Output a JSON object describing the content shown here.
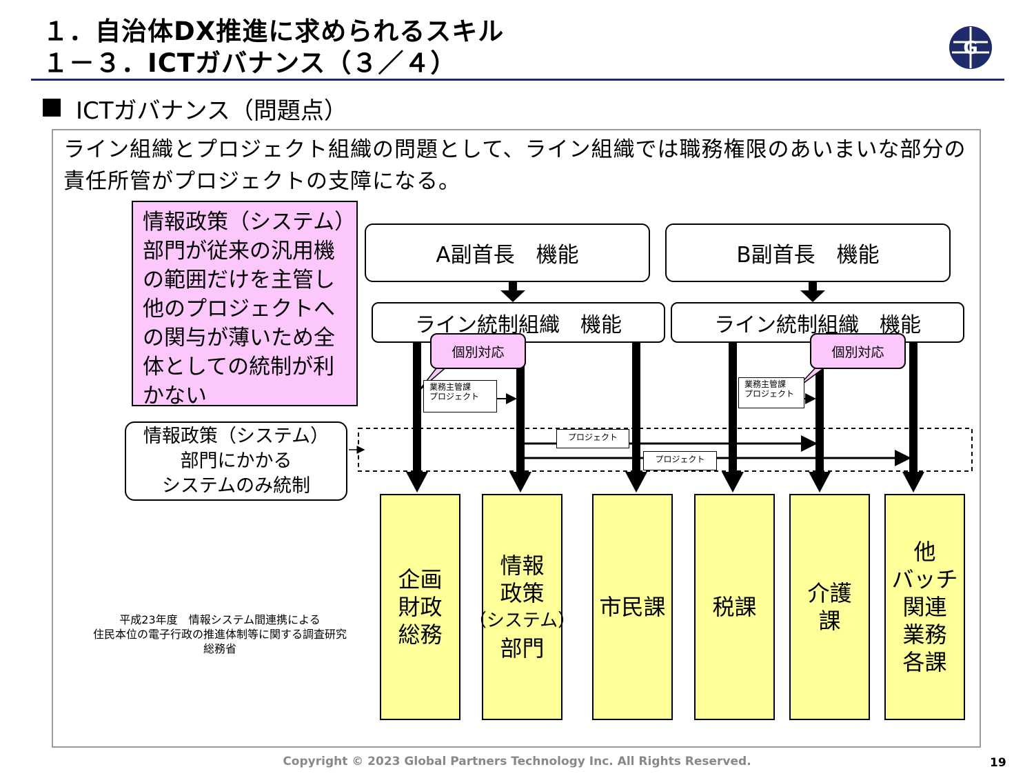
{
  "header": {
    "title_line1": "１．自治体DX推進に求められるスキル",
    "title_line2": "１－３．ICTガバナンス（３／４）",
    "logo_icon": "gpt-globe-logo"
  },
  "section_heading": "ICTガバナンス（問題点）",
  "intro_text": "ライン組織とプロジェクト組織の問題として、ライン組織では職務権限のあいまいな部分の責任所管がプロジェクトの支障になる。",
  "diagram": {
    "problem_note": "情報政策（システム）部門が従来の汎用機の範囲だけを主管し他のプロジェクトへの関与が薄いため全体としての統制が利かない",
    "vice_mayor_a": "A副首長　機能",
    "vice_mayor_b": "B副首長　機能",
    "line_org_a": "ライン統制組織　機能",
    "line_org_b": "ライン統制組織　機能",
    "callout_a": "個別対応",
    "callout_b": "個別対応",
    "small_project_a_l1": "業務主管課",
    "small_project_a_l2": "プロジェクト",
    "small_project_b_l1": "業務主管課",
    "small_project_b_l2": "プロジェクト",
    "project_label_1": "プロジェクト",
    "project_label_2": "プロジェクト",
    "governance_l1": "情報政策（システム）",
    "governance_l2": "部門にかかる",
    "governance_l3": "システムのみ統制",
    "departments": [
      {
        "l1": "企画",
        "l2": "財政",
        "l3": "総務"
      },
      {
        "l1": "情報",
        "l2": "政策",
        "l3": "（システム）",
        "l4": "部門"
      },
      {
        "l1": "市民課"
      },
      {
        "l1": "税課"
      },
      {
        "l1": "介護",
        "l2": "課"
      },
      {
        "l1": "他",
        "l2": "バッチ",
        "l3": "関連",
        "l4": "業務",
        "l5": "各課"
      }
    ]
  },
  "source": {
    "line1": "平成23年度　情報システム間連携による",
    "line2": "住民本位の電子行政の推進体制等に関する調査研究",
    "line3": "総務省"
  },
  "footer": {
    "copyright": "Copyright © 2023 Global Partners Technology Inc. All Rights Reserved.",
    "page_number": "19"
  },
  "colors": {
    "title_rule": "#1f2a6b",
    "pink_note": "#fcc8fc",
    "department": "#ffff99",
    "footer_text": "#888888"
  }
}
